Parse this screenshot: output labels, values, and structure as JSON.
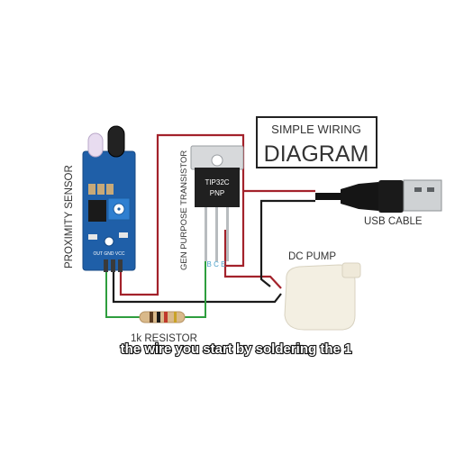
{
  "title": {
    "line1": "SIMPLE WIRING",
    "line2": "DIAGRAM"
  },
  "labels": {
    "proximity_sensor": "PROXIMITY SENSOR",
    "transistor": "GEN PURPOSE TRANSISTOR",
    "transistor_part": "TIP32C",
    "transistor_type": "PNP",
    "transistor_pins": "B C E",
    "sensor_pins": "OUT GND VCC",
    "usb_cable": "USB CABLE",
    "dc_pump": "DC PUMP",
    "resistor": "1k RESISTOR"
  },
  "caption": "the wire you start by soldering the 1",
  "colors": {
    "red_wire": "#a3222b",
    "black_wire": "#1a1a1a",
    "green_wire": "#2e9e3e",
    "sensor_board": "#1f5fa8",
    "pot": "#2f7fd0"
  }
}
